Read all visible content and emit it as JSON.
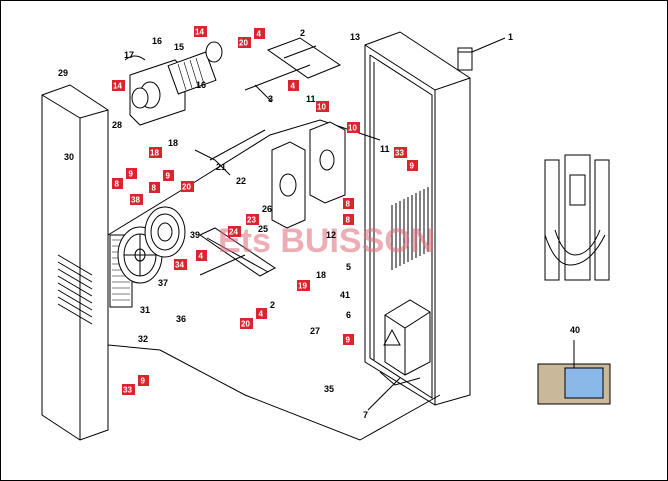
{
  "watermark": "Ets BUISSON",
  "colors": {
    "badge": "#d8262f",
    "line": "#000000",
    "inset_fill": "#8ab8e8",
    "inset_frame": "#c9b89a"
  },
  "callouts": {
    "c1": "1",
    "c2a": "2",
    "c2b": "2",
    "c3": "3",
    "c4a": "4",
    "c4b": "4",
    "c4c": "4",
    "c5": "5",
    "c6": "6",
    "c7": "7",
    "c8a": "8",
    "c8b": "8",
    "c8c": "8",
    "c8d": "8",
    "c9a": "9",
    "c9b": "9",
    "c9c": "9",
    "c9d": "9",
    "c10a": "10",
    "c10b": "10",
    "c11a": "11",
    "c11b": "11",
    "c12": "12",
    "c13": "13",
    "c14a": "14",
    "c14b": "14",
    "c15": "15",
    "c16a": "16",
    "c16b": "16",
    "c17": "17",
    "c18a": "18",
    "c18b": "18",
    "c18c": "18",
    "c19": "19",
    "c20a": "20",
    "c20b": "20",
    "c20c": "20",
    "c21": "21",
    "c22": "22",
    "c23": "23",
    "c24": "24",
    "c25": "25",
    "c26": "26",
    "c27": "27",
    "c28": "28",
    "c29": "29",
    "c30": "30",
    "c31": "31",
    "c32": "32",
    "c33a": "33",
    "c33b": "33",
    "c34": "34",
    "c35": "35",
    "c36": "36",
    "c37": "37",
    "c38": "38",
    "c39": "39",
    "c40": "40",
    "c41": "41"
  }
}
